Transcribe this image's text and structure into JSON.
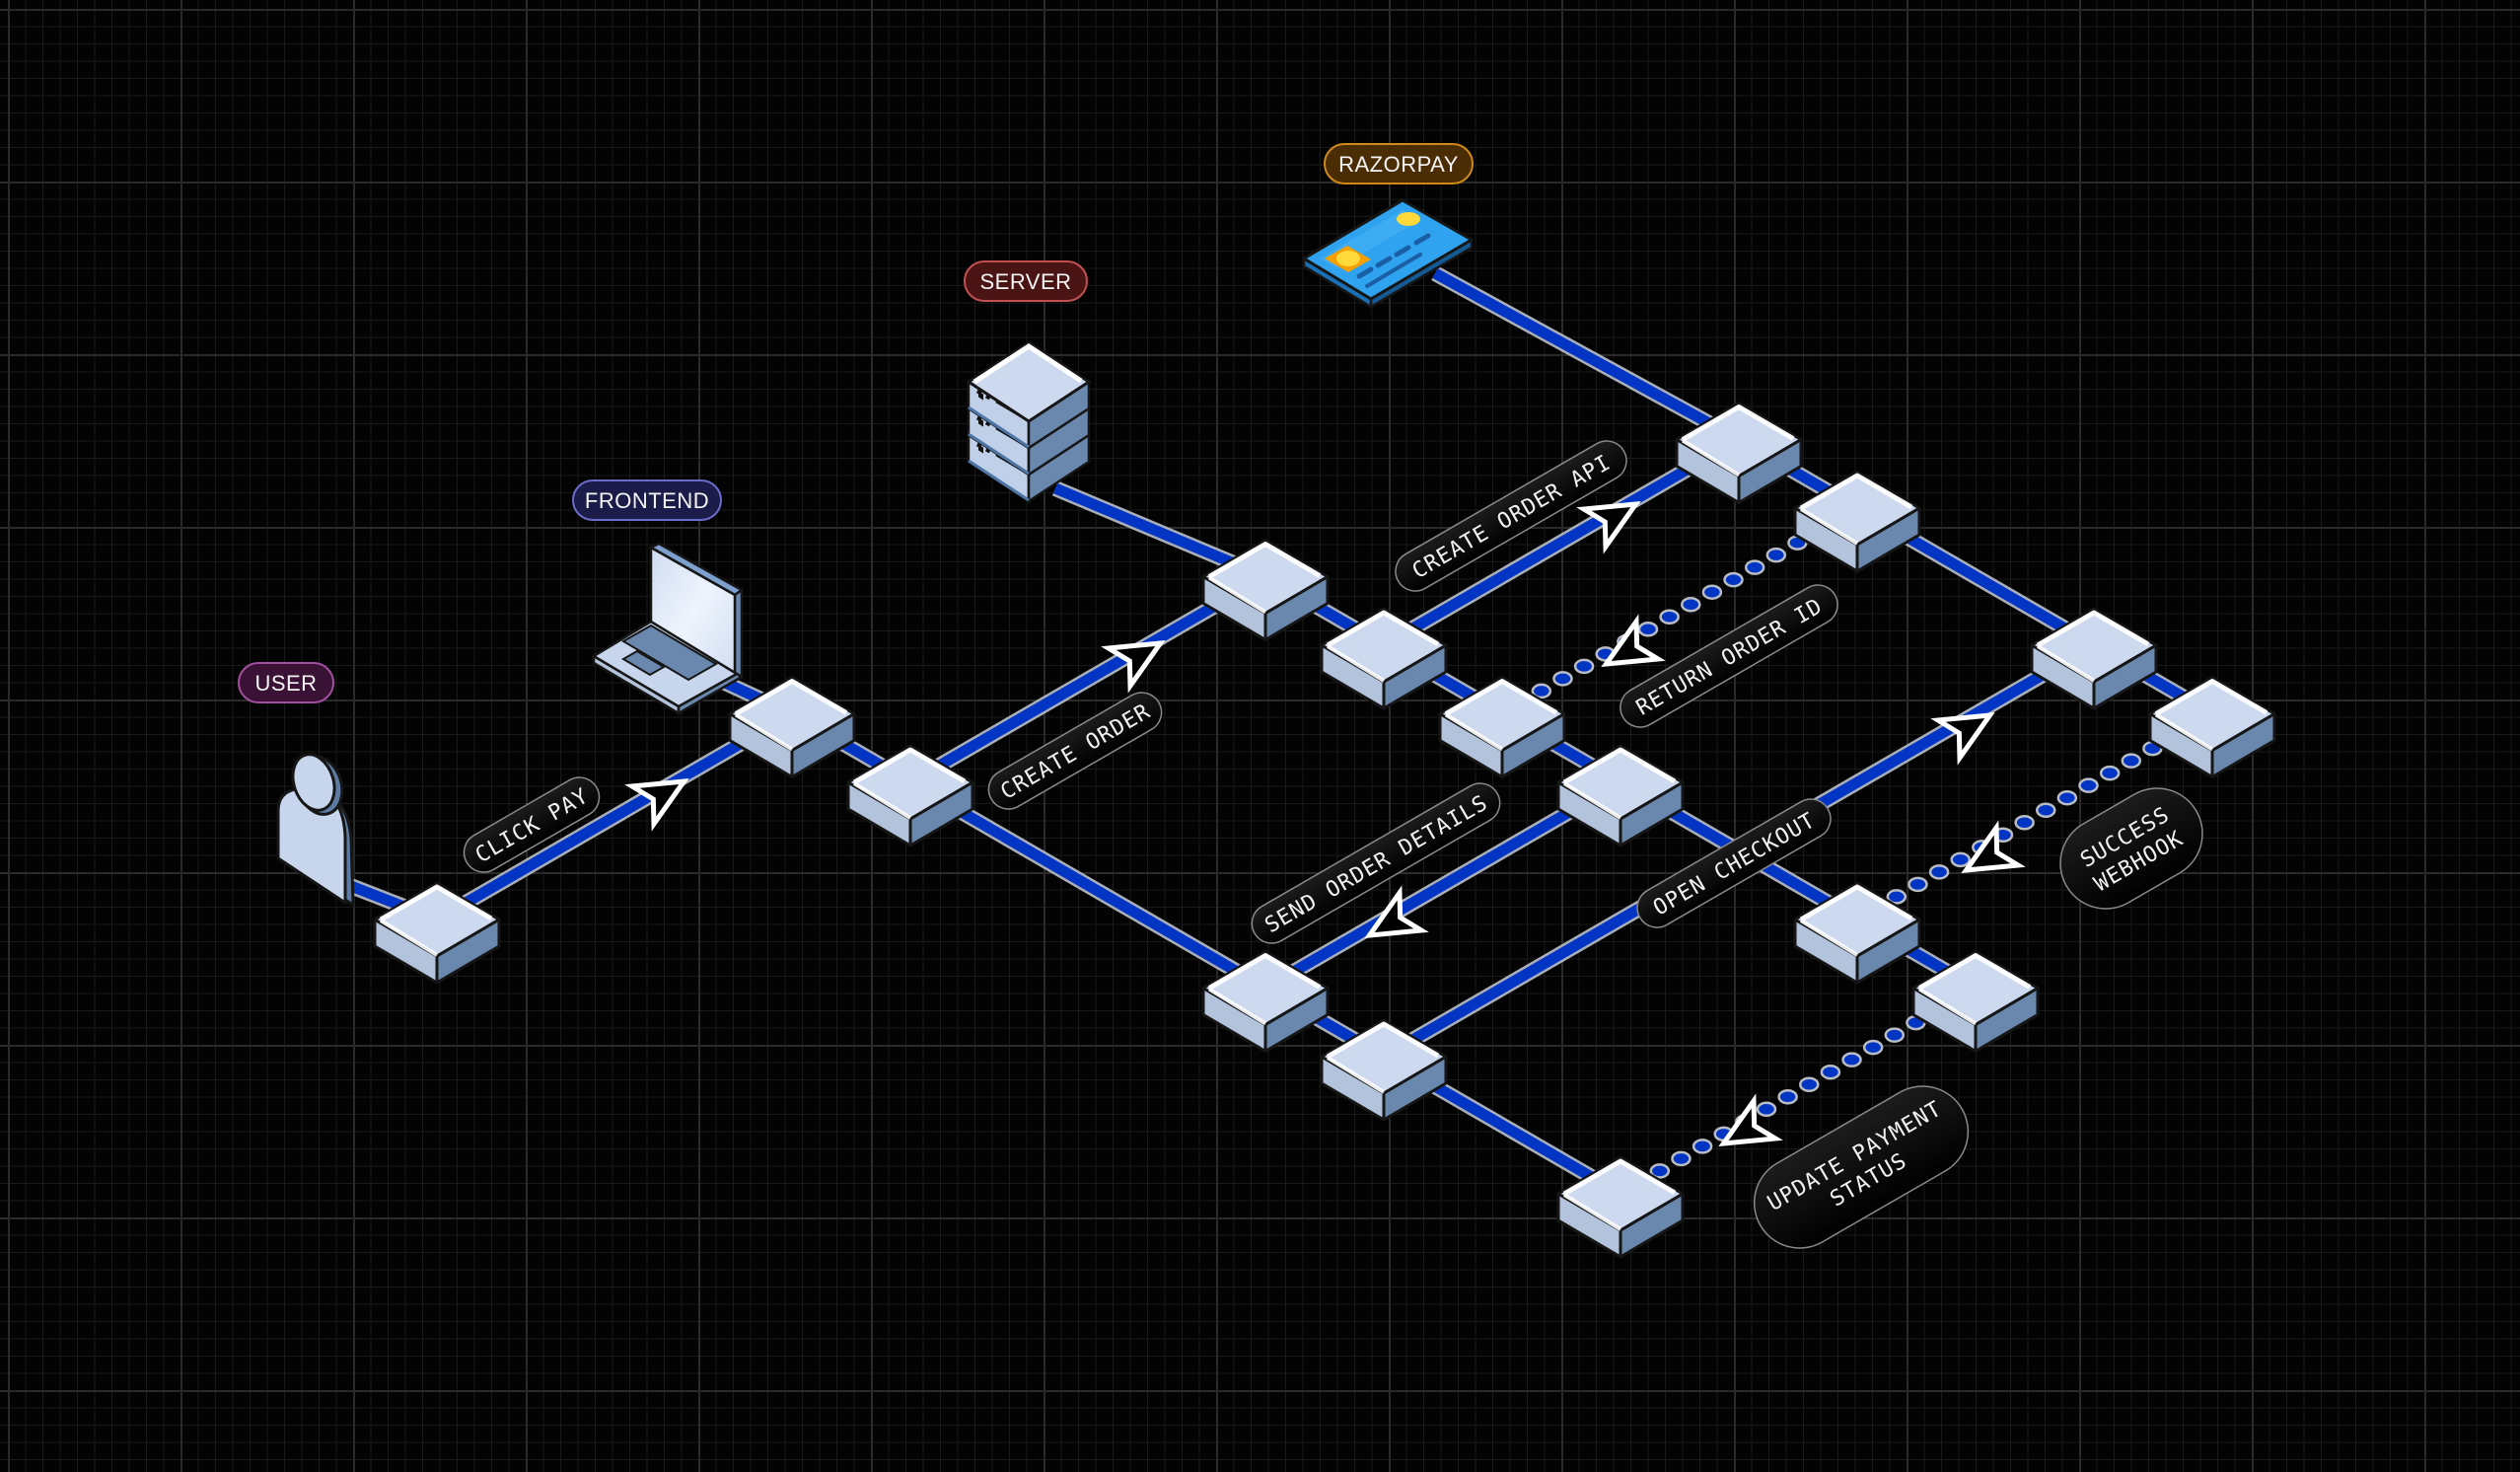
{
  "diagram": {
    "title": "Razorpay payment flow",
    "theme": {
      "background": "#030303",
      "grid_minor": "#1a1a1a",
      "grid_major": "#2a2a2a",
      "line_blue": "#0335c4",
      "line_edge": "#a9aeb8",
      "box_top": "#ccd9ef",
      "box_left": "#b3c3dc",
      "box_right": "#6a87ad",
      "pill_fill": "#0b0b0b",
      "pill_border": "#8a8a8a"
    },
    "actors": [
      {
        "id": "user",
        "label": "USER",
        "icon": "person-icon",
        "color": "#a24fa0",
        "fill": "#3a1235"
      },
      {
        "id": "frontend",
        "label": "FRONTEND",
        "icon": "laptop-icon",
        "color": "#6a6ac8",
        "fill": "#1c1c4a"
      },
      {
        "id": "server",
        "label": "SERVER",
        "icon": "server-stack-icon",
        "color": "#c25050",
        "fill": "#4a1414"
      },
      {
        "id": "razorpay",
        "label": "RAZORPAY",
        "icon": "credit-card-icon",
        "color": "#d08a1a",
        "fill": "#4a2c05"
      }
    ],
    "flows": [
      {
        "id": "click-pay",
        "lines": [
          "CLICK PAY"
        ],
        "style": "solid",
        "from": "user",
        "to": "frontend"
      },
      {
        "id": "create-order",
        "lines": [
          "CREATE ORDER"
        ],
        "style": "solid",
        "from": "frontend",
        "to": "server"
      },
      {
        "id": "create-order-api",
        "lines": [
          "CREATE ORDER API"
        ],
        "style": "solid",
        "from": "server",
        "to": "razorpay"
      },
      {
        "id": "return-order-id",
        "lines": [
          "RETURN ORDER ID"
        ],
        "style": "dotted",
        "from": "razorpay",
        "to": "server"
      },
      {
        "id": "send-order-details",
        "lines": [
          "SEND ORDER DETAILS"
        ],
        "style": "solid",
        "from": "server",
        "to": "frontend"
      },
      {
        "id": "open-checkout",
        "lines": [
          "OPEN CHECKOUT"
        ],
        "style": "solid",
        "from": "frontend",
        "to": "razorpay"
      },
      {
        "id": "success-webhook",
        "lines": [
          "SUCCESS",
          "WEBHOOK"
        ],
        "style": "dotted",
        "from": "razorpay",
        "to": "server"
      },
      {
        "id": "update-payment-status",
        "lines": [
          "UPDATE PAYMENT",
          "STATUS"
        ],
        "style": "dotted",
        "from": "server",
        "to": "frontend"
      }
    ]
  }
}
